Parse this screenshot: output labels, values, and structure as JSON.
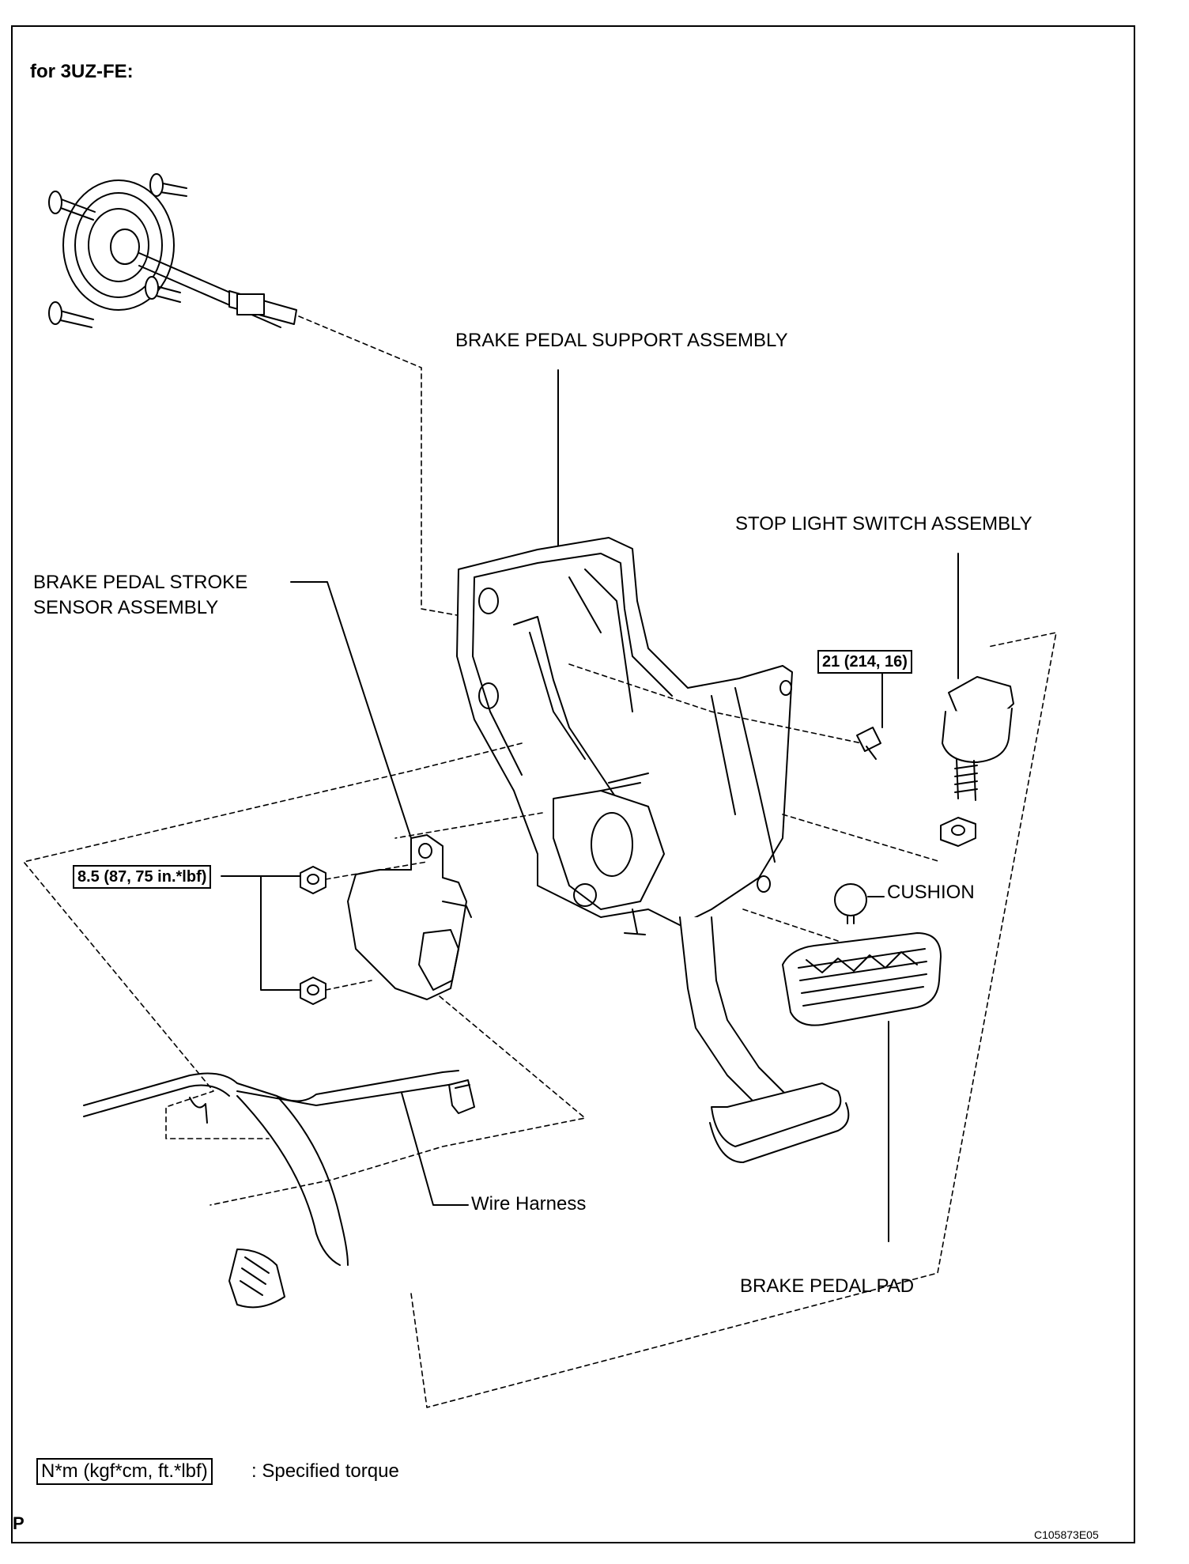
{
  "header": {
    "engine_variant": "for 3UZ-FE:"
  },
  "labels": {
    "support": "BRAKE PEDAL SUPPORT ASSEMBLY",
    "stop_light": "STOP LIGHT SWITCH ASSEMBLY",
    "stroke_line1": "BRAKE PEDAL STROKE",
    "stroke_line2": "SENSOR ASSEMBLY",
    "cushion": "CUSHION",
    "wire_harness": "Wire Harness",
    "pedal_pad": "BRAKE PEDAL PAD"
  },
  "torque": {
    "support_bolt": "21 (214, 16)",
    "sensor_nut": "8.5 (87, 75 in.*lbf)"
  },
  "legend": {
    "unit": "N*m (kgf*cm, ft.*lbf)",
    "desc": ": Specified torque"
  },
  "footer": {
    "left_mark": "P",
    "figure_code": "C105873E05"
  }
}
